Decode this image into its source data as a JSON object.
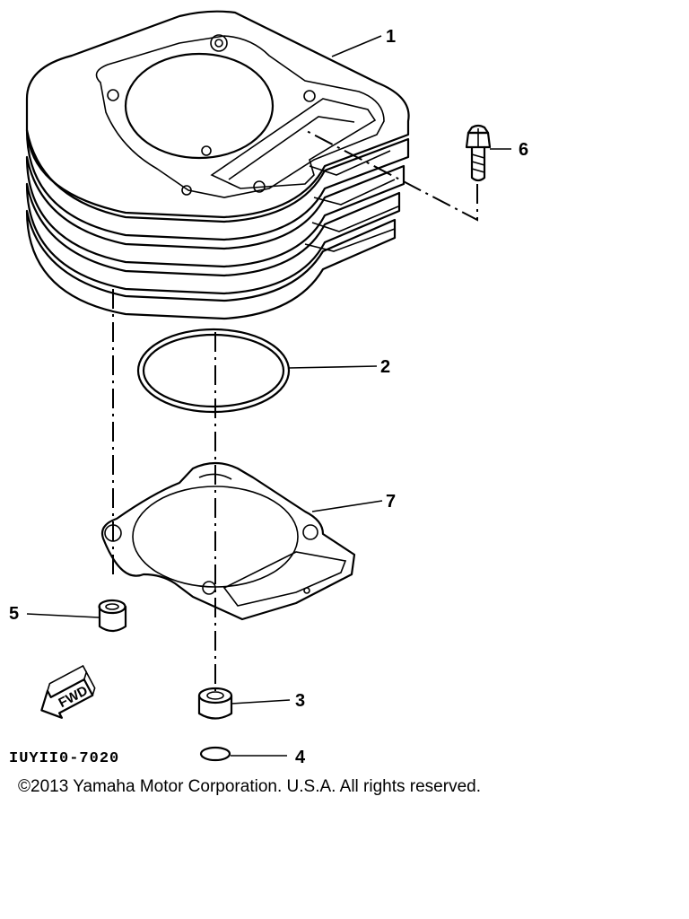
{
  "callouts": {
    "c1": "1",
    "c2": "2",
    "c3": "3",
    "c4": "4",
    "c5": "5",
    "c6": "6",
    "c7": "7"
  },
  "fwd_label": "FWD",
  "part_code": "IUYII0-7020",
  "copyright": "©2013 Yamaha Motor Corporation. U.S.A. All rights reserved."
}
